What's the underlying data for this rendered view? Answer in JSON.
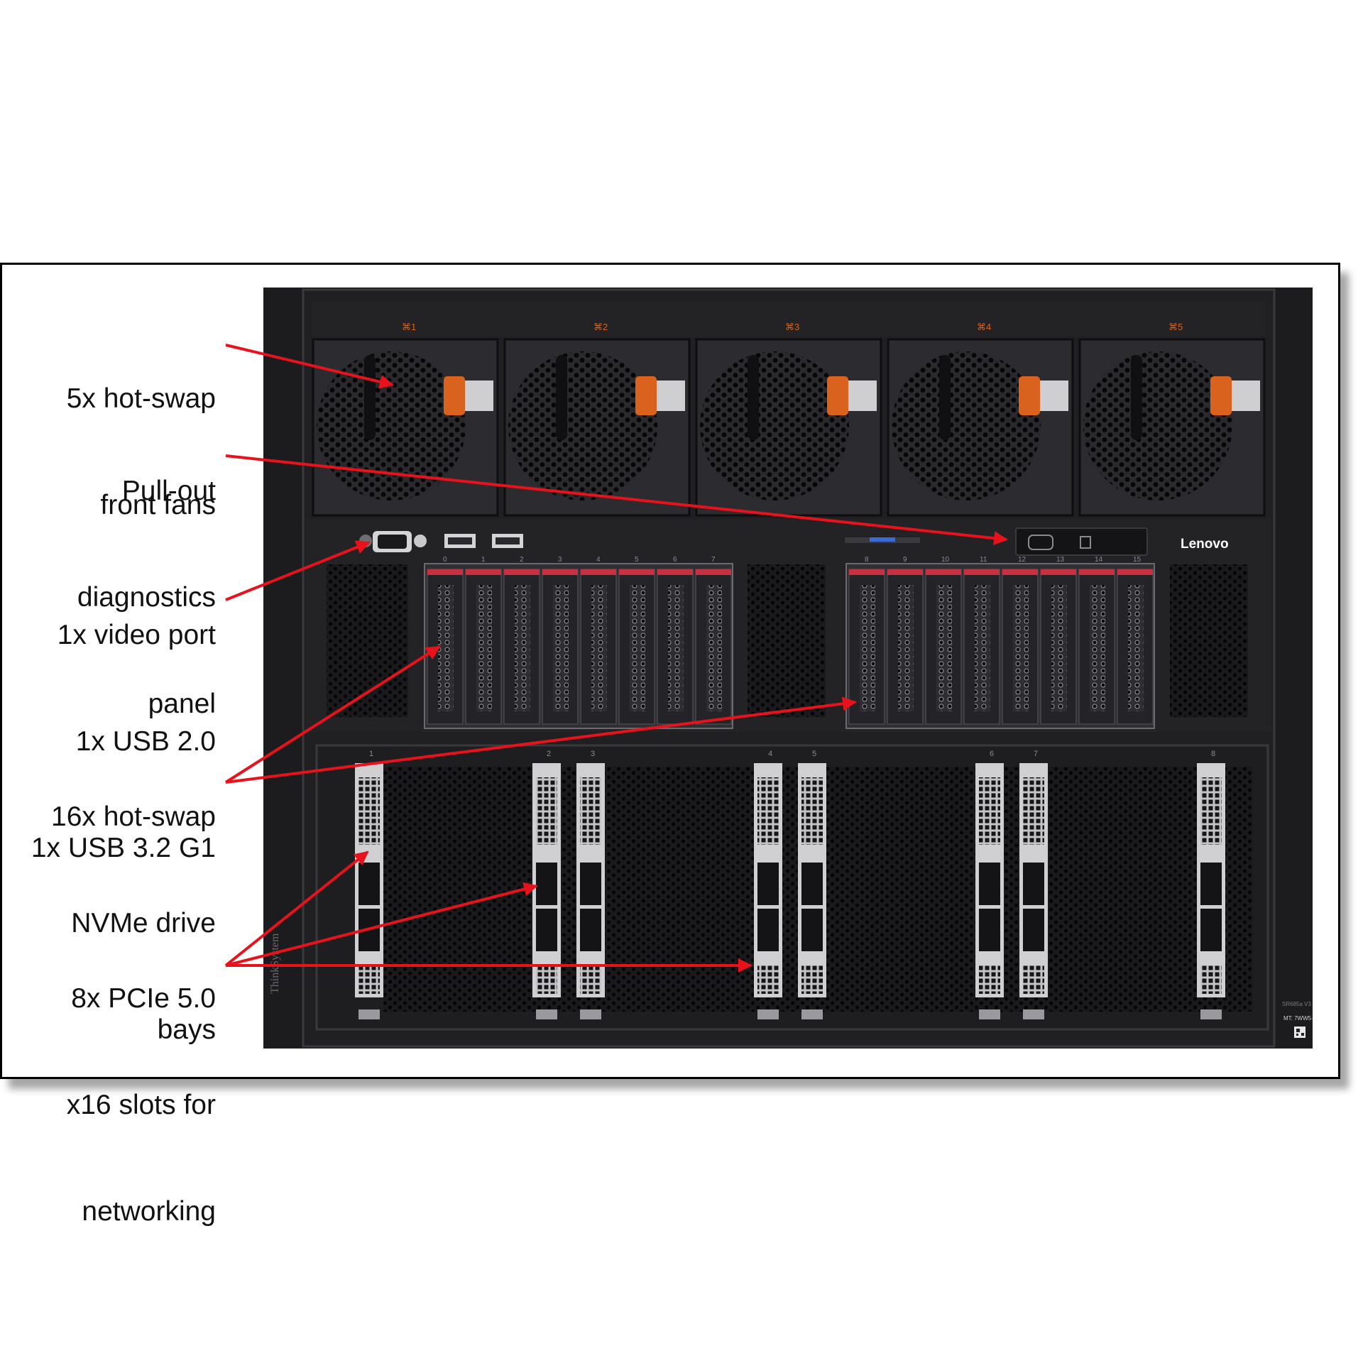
{
  "callouts": [
    {
      "id": "fans",
      "lines": [
        "5x hot-swap",
        "front fans"
      ]
    },
    {
      "id": "diag",
      "lines": [
        "Pull-out",
        "diagnostics",
        "panel"
      ]
    },
    {
      "id": "ports",
      "lines": [
        "1x video port",
        "1x USB 2.0",
        "1x USB 3.2 G1"
      ]
    },
    {
      "id": "drives",
      "lines": [
        "16x hot-swap",
        "NVMe drive",
        "bays"
      ]
    },
    {
      "id": "pcie",
      "lines": [
        "8x PCIe 5.0",
        "x16 slots for",
        "networking"
      ]
    }
  ],
  "server": {
    "brand": "Lenovo",
    "side_label": "ThinkSystem",
    "model_label": "SR685a V3",
    "mt_label": "MT: 7WW5-",
    "fan_labels": [
      "1",
      "2",
      "3",
      "4",
      "5"
    ],
    "drive_bay_numbers": [
      "0",
      "1",
      "2",
      "3",
      "4",
      "5",
      "6",
      "7",
      "8",
      "9",
      "10",
      "11",
      "12",
      "13",
      "14",
      "15"
    ],
    "pcie_slot_numbers": [
      "1",
      "2",
      "3",
      "4",
      "5",
      "6",
      "7",
      "8"
    ]
  },
  "colors": {
    "arrow": "#e8121c",
    "chassis": "#1c1c1e",
    "panel": "#26262a",
    "fan_latch": "#d9621f",
    "bay_top": "#c73040",
    "bracket": "#b5b5b5"
  },
  "icons": [
    "fan-icon",
    "vga-port-icon",
    "usb-icon",
    "qr-code-icon"
  ]
}
